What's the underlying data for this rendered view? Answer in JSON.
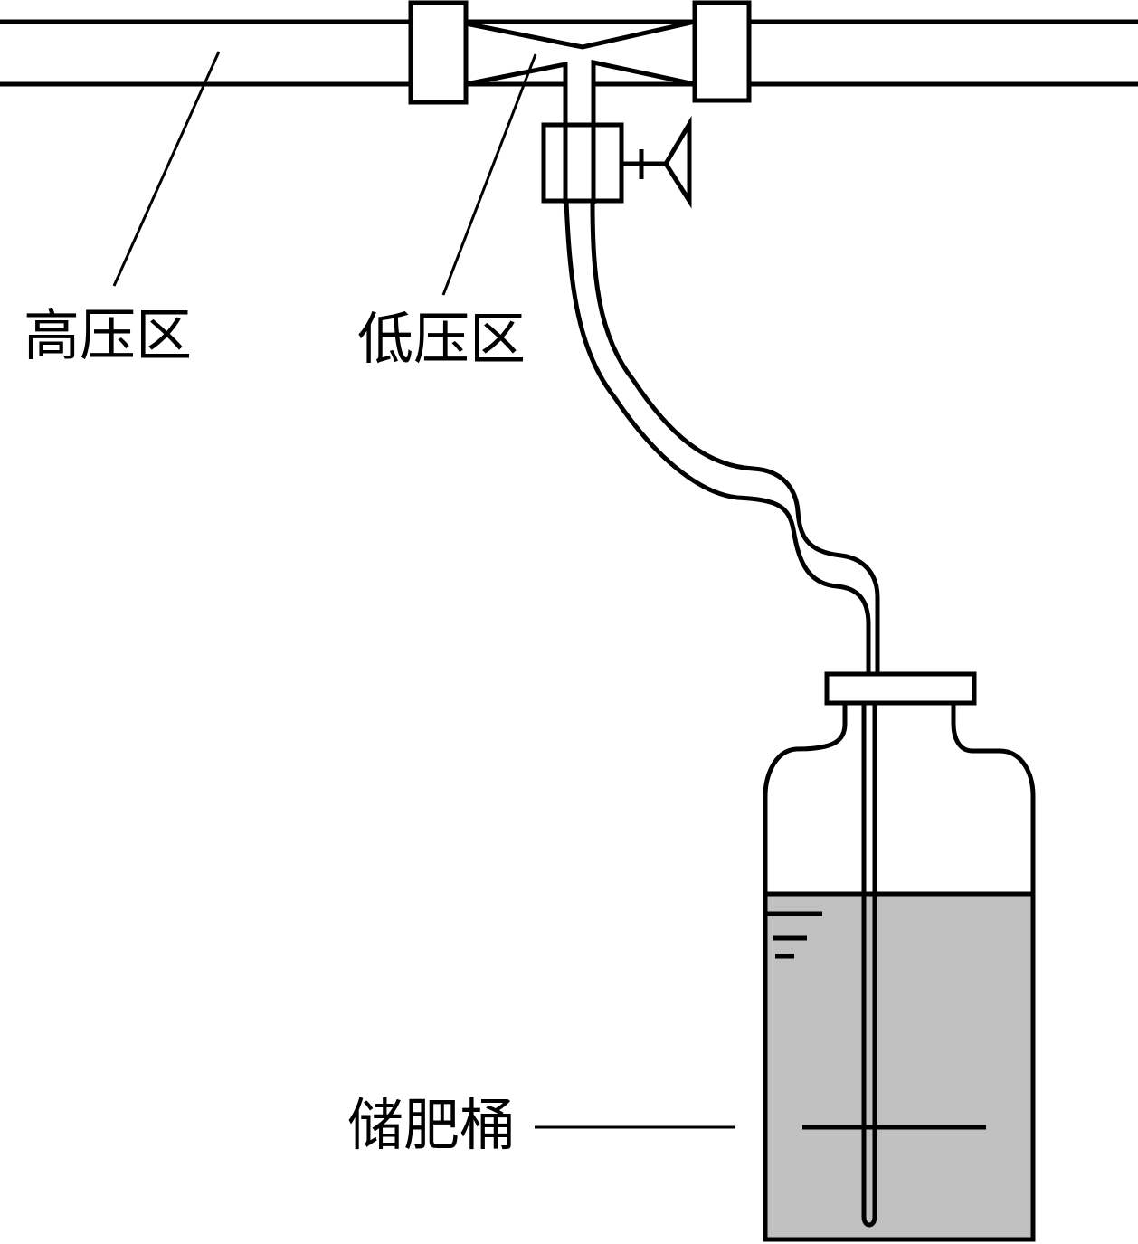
{
  "diagram": {
    "title": "",
    "labels": {
      "high_pressure": "高压区",
      "low_pressure": "低压区",
      "fertilizer_tank": "储肥桶"
    },
    "colors": {
      "line": "#000000",
      "liquid": "#c0c0c0",
      "background": "#ffffff"
    },
    "components": [
      "main-pipe",
      "left-flange",
      "right-flange",
      "venturi-throat",
      "suction-branch",
      "valve",
      "suction-hose",
      "tank-cap",
      "fertilizer-tank",
      "dip-tube",
      "liquid-surface"
    ]
  }
}
